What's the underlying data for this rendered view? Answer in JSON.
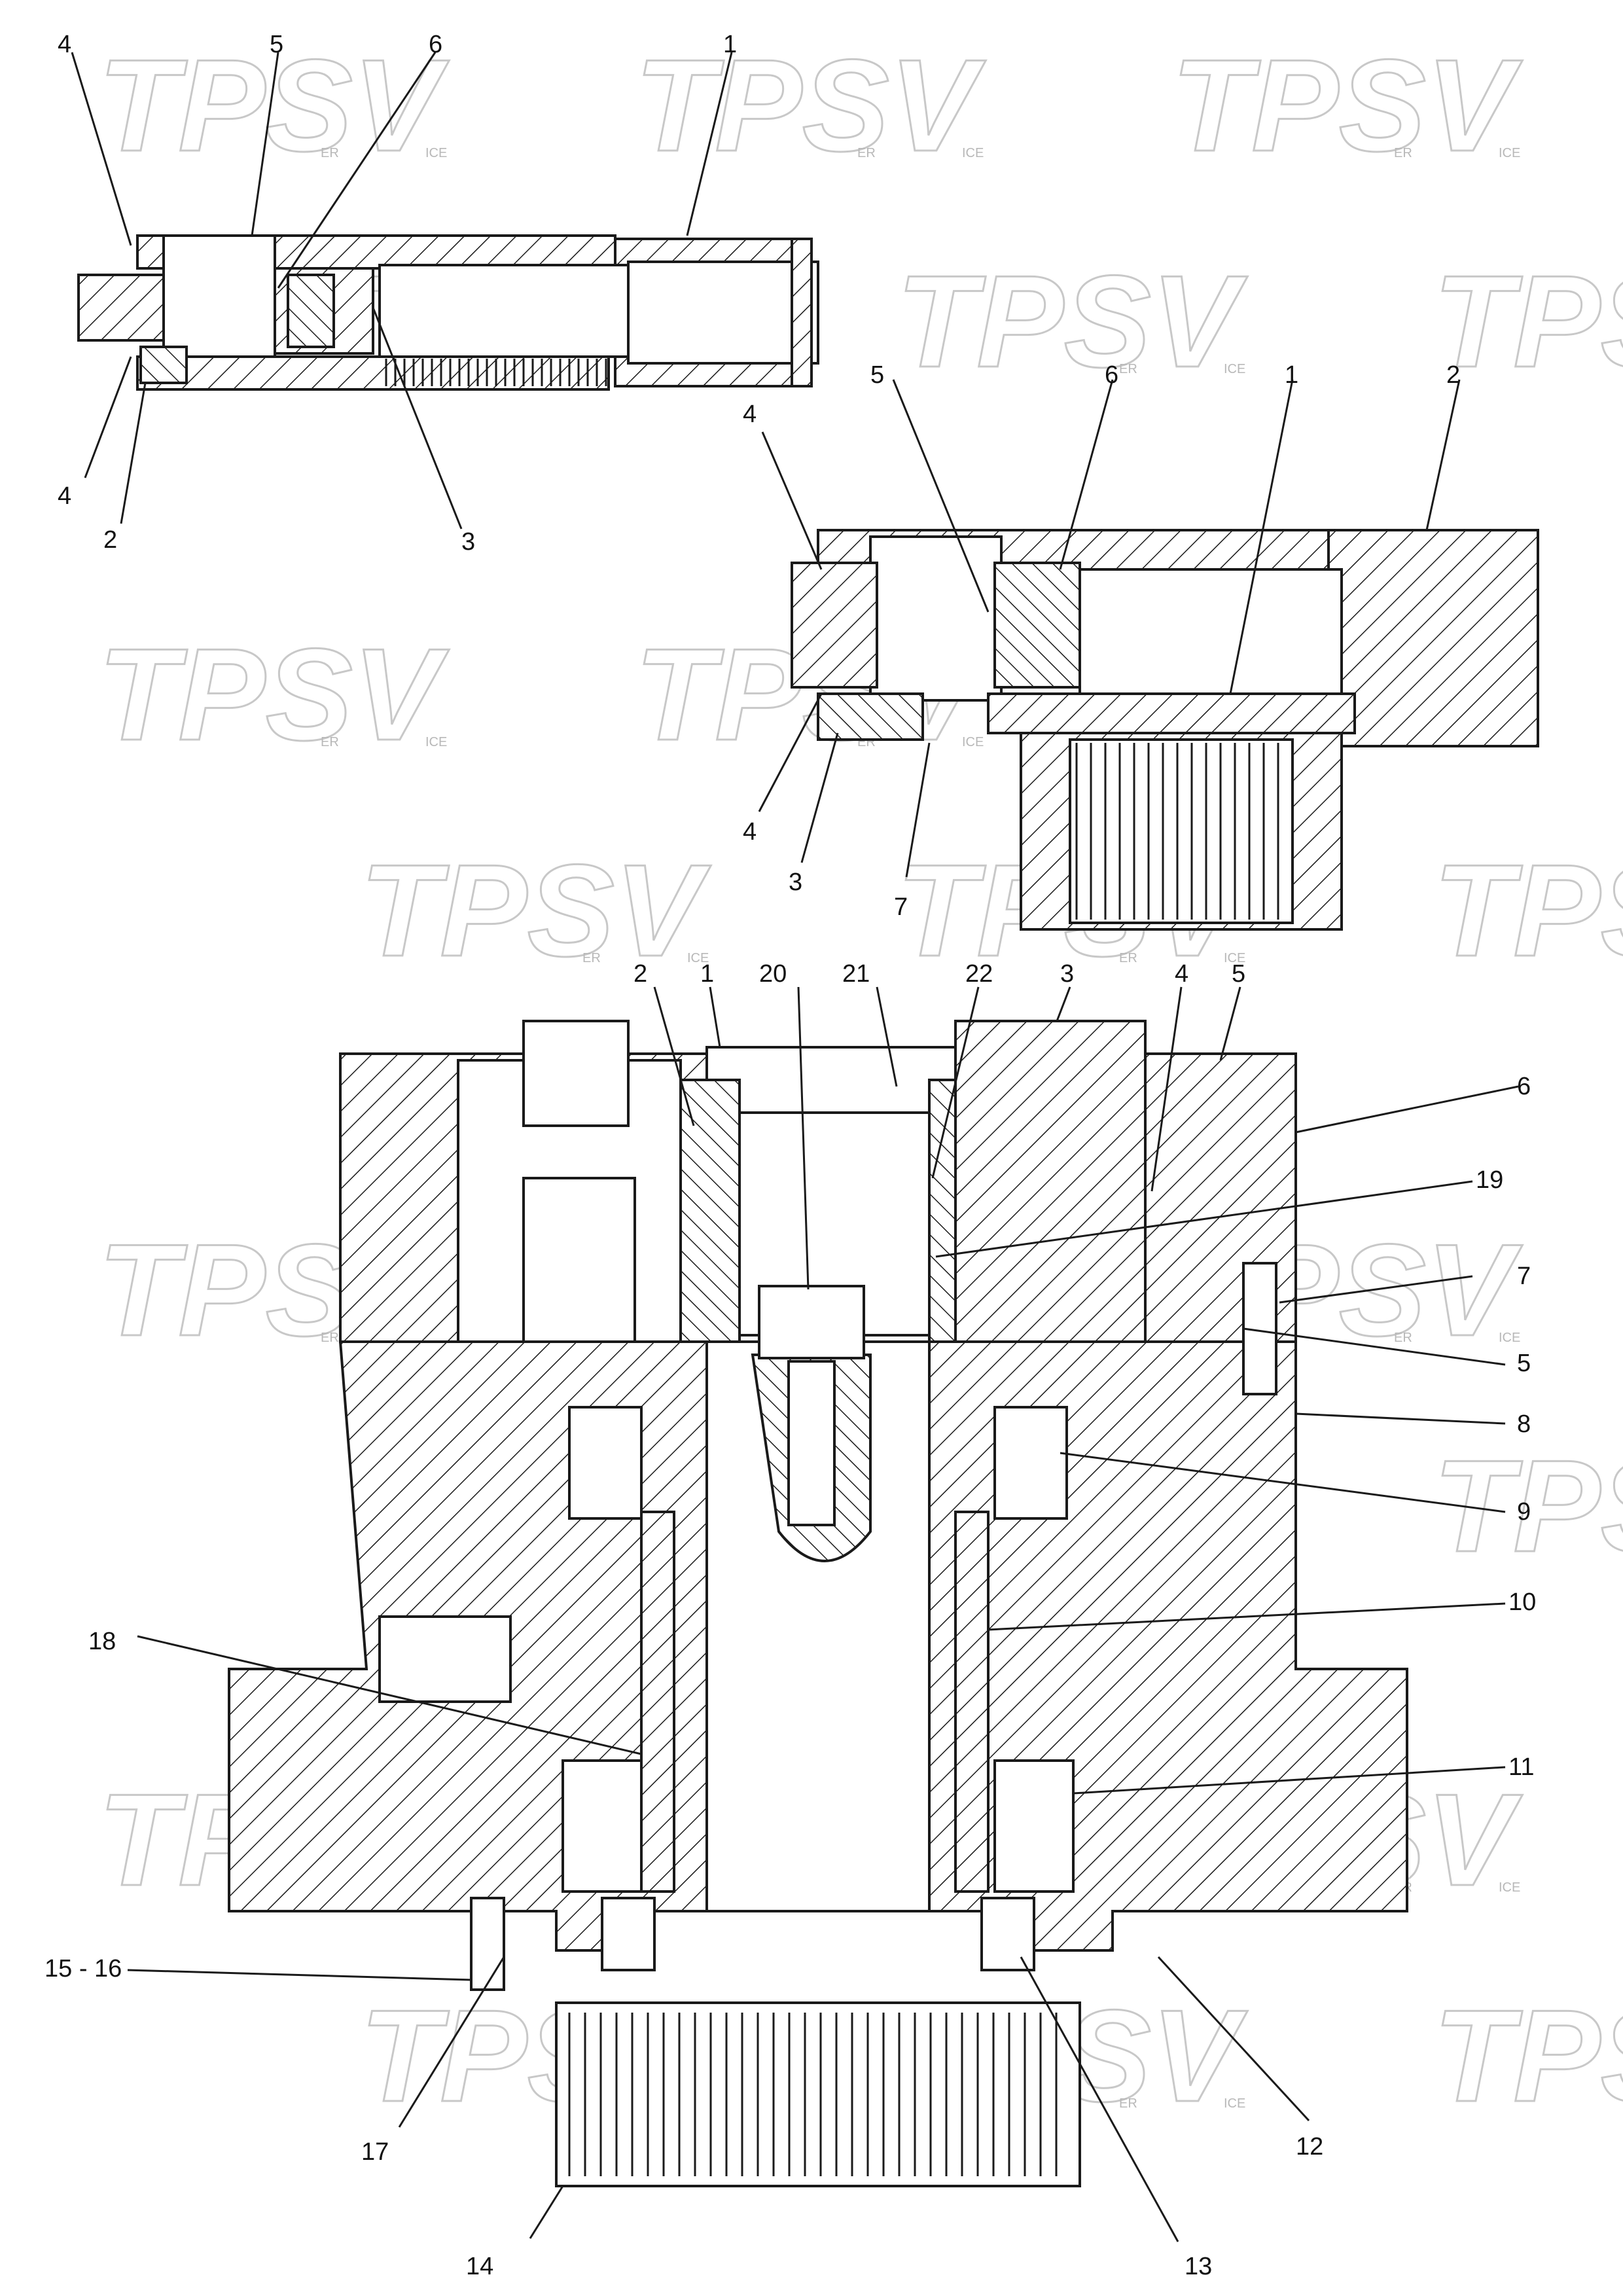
{
  "watermark": {
    "text": "TPSV",
    "sub_left": "ER",
    "sub_right": "ICE"
  },
  "callouts": {
    "top_left": [
      "4",
      "5",
      "6",
      "1",
      "4",
      "2",
      "3"
    ],
    "top_right": [
      "5",
      "6",
      "1",
      "2",
      "4",
      "4",
      "3",
      "7"
    ],
    "main_top": [
      "2",
      "1",
      "20",
      "21",
      "22",
      "3",
      "4",
      "5"
    ],
    "main_right": [
      "6",
      "19",
      "7",
      "5",
      "8",
      "9",
      "10",
      "11"
    ],
    "main_left": [
      "18",
      "15 - 16",
      "17"
    ],
    "main_bottom": [
      "12",
      "14",
      "13"
    ]
  }
}
